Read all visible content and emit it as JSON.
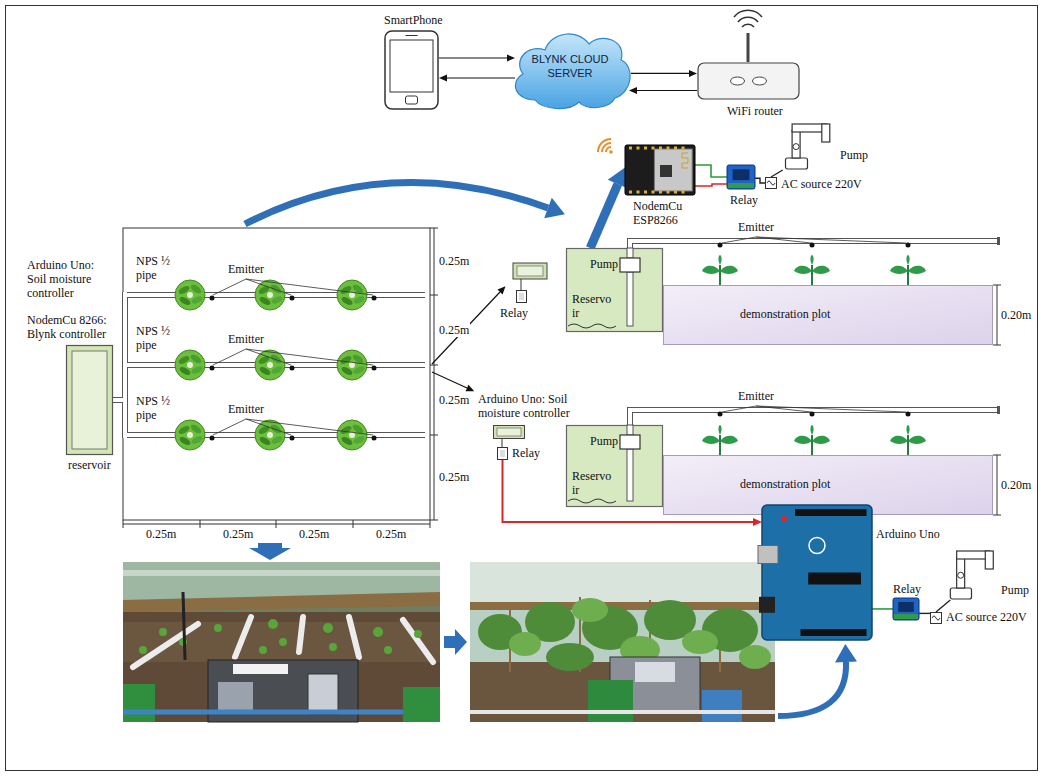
{
  "diagram": {
    "nodes": [
      {
        "text": [
          "SmartPhone"
        ]
      },
      {
        "text": [
          "BLYNK CLOUD SERVER"
        ]
      },
      {
        "text": [
          "WiFi router"
        ]
      },
      {
        "text": [
          "Pump"
        ]
      },
      {
        "text": [
          "NodemCu ESP8266"
        ]
      },
      {
        "text": [
          "Relay"
        ]
      },
      {
        "text": [
          "AC source 220V"
        ]
      },
      {
        "text": [
          "reservoir"
        ]
      },
      {
        "text": [
          "Relay"
        ]
      },
      {
        "text": [
          "Pump",
          "Reservo ir"
        ]
      },
      {
        "text": [
          "demonstration plot"
        ]
      },
      {
        "text": [
          "Arduino Uno: Soil moisture controller"
        ]
      },
      {
        "text": [
          "Relay"
        ]
      },
      {
        "text": [
          "Pump",
          "Reservo ir"
        ]
      },
      {
        "text": [
          "demonstration plot"
        ]
      },
      {
        "text": [
          "Arduino Uno"
        ]
      },
      {
        "text": [
          "Relay"
        ]
      },
      {
        "text": [
          "Pump"
        ]
      },
      {
        "text": [
          "AC source 220V"
        ]
      }
    ],
    "edges": [
      {
        "from": 0,
        "to": 1,
        "arrow": "to"
      },
      {
        "from": 1,
        "to": 0,
        "arrow": "to"
      },
      {
        "from": 1,
        "to": 2,
        "arrow": "to"
      },
      {
        "from": 2,
        "to": 1,
        "arrow": "to"
      },
      {
        "from": 9,
        "to": 4,
        "arrow": "to"
      },
      {
        "from": 4,
        "to": 5,
        "arrow": "none"
      },
      {
        "from": 5,
        "to": 6,
        "arrow": "none"
      },
      {
        "from": 6,
        "to": 3,
        "arrow": "none"
      },
      {
        "from": 12,
        "to": 15,
        "arrow": "to"
      },
      {
        "from": 15,
        "to": 16,
        "arrow": "none"
      },
      {
        "from": 16,
        "to": 18,
        "arrow": "none"
      },
      {
        "from": 18,
        "to": 17,
        "arrow": "none"
      }
    ],
    "labels": [
      "Arduino Uno: Soil moisture controller",
      "NodemCu 8266: Blynk controller",
      "NPS ½ pipe",
      "Emitter",
      "NPS ½ pipe",
      "Emitter",
      "NPS ½ pipe",
      "Emitter",
      "0.25m",
      "0.25m",
      "0.25m",
      "0.25m",
      "0.25m",
      "0.25m",
      "0.25m",
      "0.25m",
      "Emitter",
      "0.20m",
      "Emitter",
      "0.20m"
    ]
  }
}
